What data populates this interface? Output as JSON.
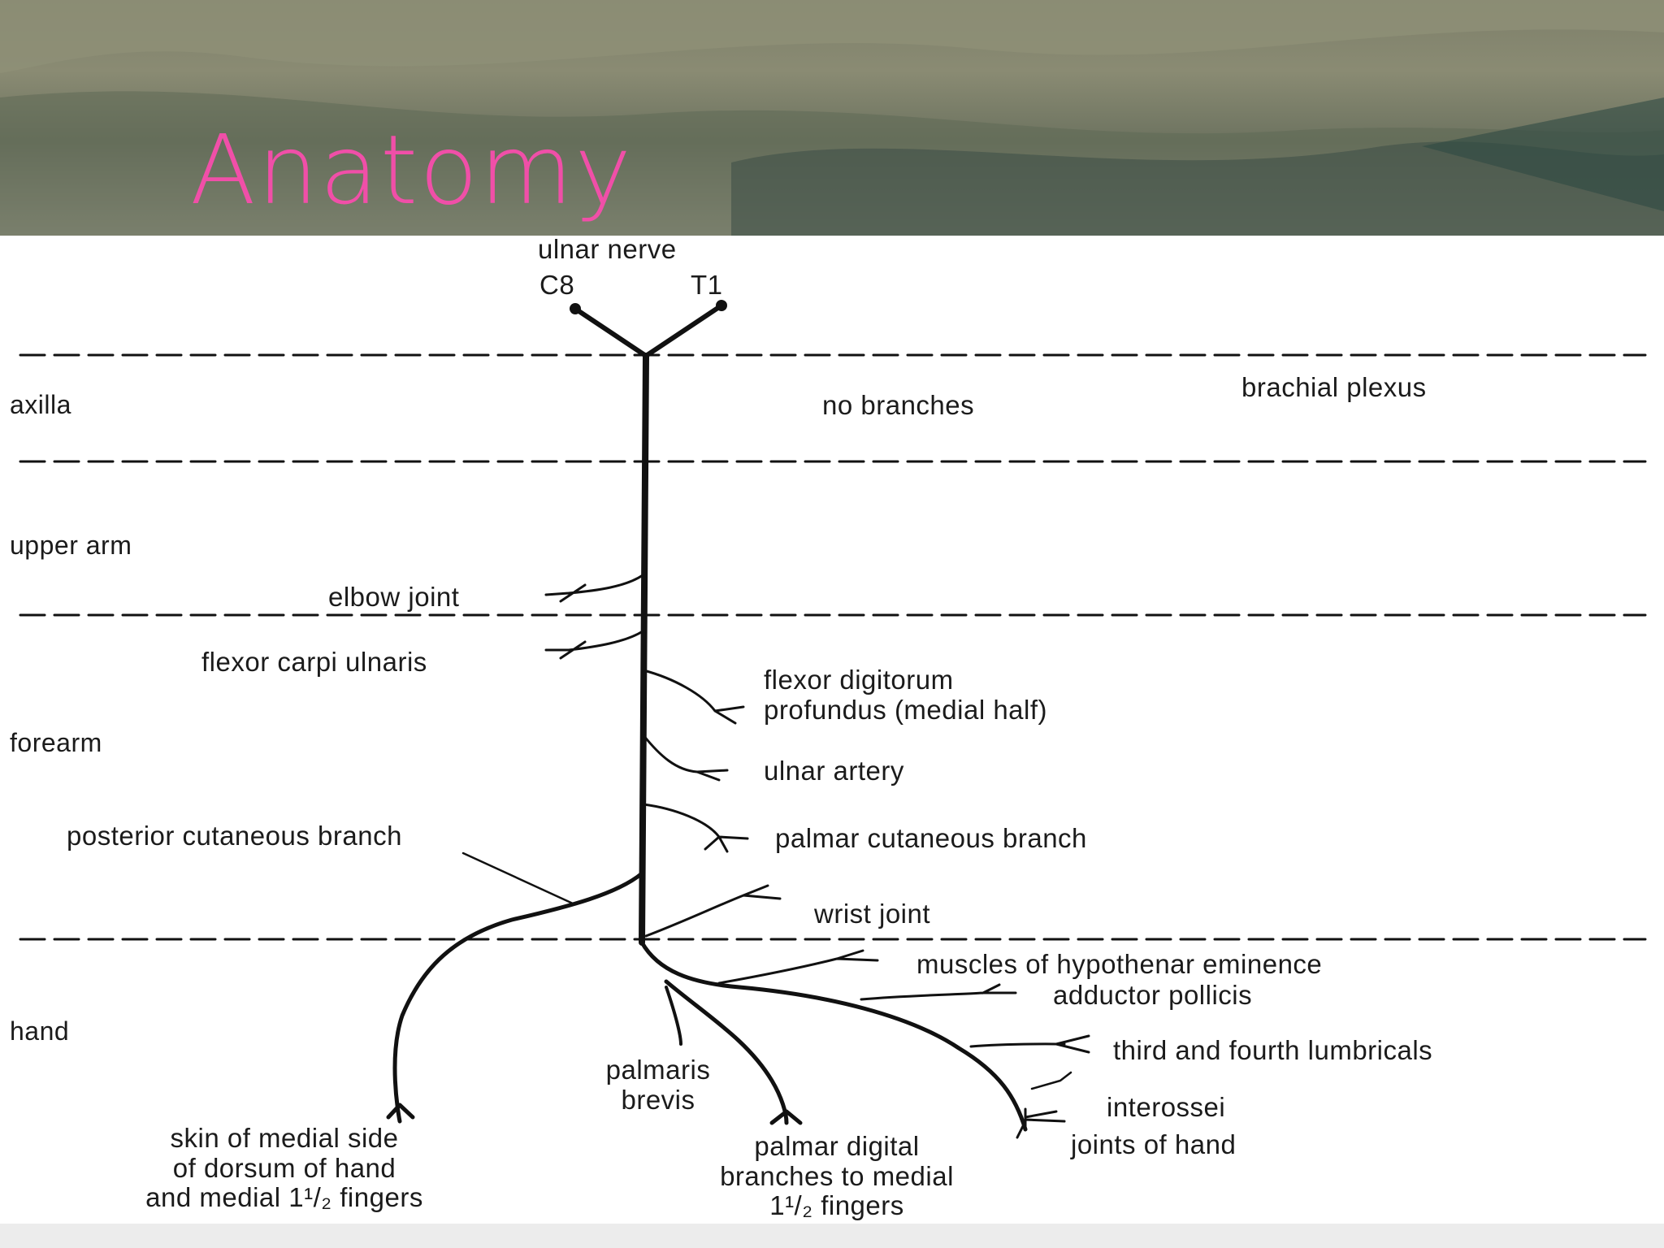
{
  "slide": {
    "title": "Anatomy"
  },
  "diagram": {
    "nerve_name": "ulnar nerve",
    "roots": {
      "left": "C8",
      "right": "T1"
    },
    "regions": {
      "axilla": "axilla",
      "upper_arm": "upper arm",
      "forearm": "forearm",
      "hand": "hand"
    },
    "labels": {
      "brachial_plexus": "brachial plexus",
      "no_branches": "no branches",
      "elbow_joint": "elbow joint",
      "flexor_carpi_ulnaris": "flexor carpi ulnaris",
      "fdp_line1": "flexor digitorum",
      "fdp_line2": "profundus (medial half)",
      "ulnar_artery": "ulnar artery",
      "posterior_cutaneous": "posterior cutaneous branch",
      "palmar_cutaneous": "palmar cutaneous branch",
      "wrist_joint": "wrist joint",
      "hypothenar": "muscles of hypothenar eminence",
      "adductor_pollicis": "adductor pollicis",
      "lumbricals": "third and fourth lumbricals",
      "interossei": "interossei",
      "joints_of_hand": "joints of hand",
      "palmaris_line1": "palmaris",
      "palmaris_line2": "brevis",
      "skin_line1": "skin of medial side",
      "skin_line2": "of dorsum of hand",
      "skin_line3": "and medial 1¹/₂ fingers",
      "digital_line1": "palmar digital",
      "digital_line2": "branches to medial",
      "digital_line3": "1¹/₂ fingers"
    }
  }
}
